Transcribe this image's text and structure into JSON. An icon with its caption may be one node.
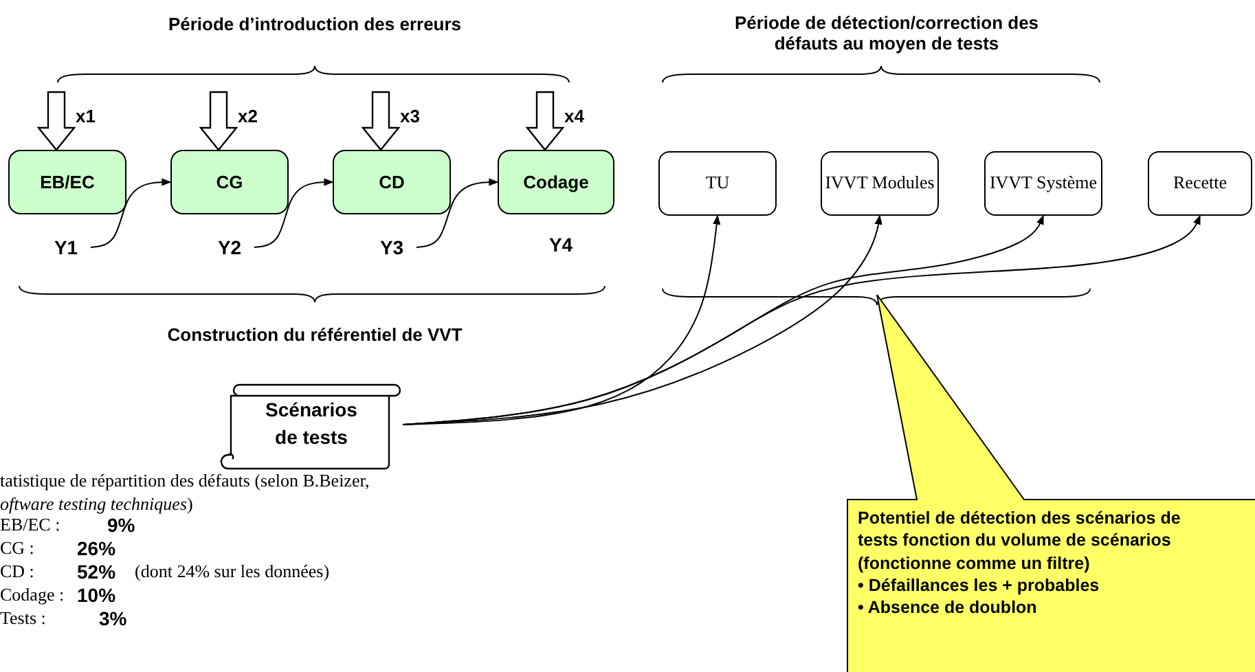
{
  "diagram": {
    "nodes": [
      {
        "text": [
          "EB/EC"
        ]
      },
      {
        "text": [
          "CG"
        ]
      },
      {
        "text": [
          "CD"
        ]
      },
      {
        "text": [
          "Codage"
        ]
      },
      {
        "text": [
          "Y1"
        ]
      },
      {
        "text": [
          "Y2"
        ]
      },
      {
        "text": [
          "Y3"
        ]
      },
      {
        "text": [
          "TU"
        ]
      },
      {
        "text": [
          "IVVT Modules"
        ]
      },
      {
        "text": [
          "IVVT Système"
        ]
      },
      {
        "text": [
          "Recette"
        ]
      },
      {
        "text": [
          "Scénarios de tests"
        ]
      },
      {
        "text": [
          "Potentiel de détection des scénarios de tests fonction du volume de scénarios (fonctionne comme un filtre)",
          "• Défaillances les + probables",
          "• Absence de doublon"
        ]
      }
    ],
    "edges": [
      {
        "from": null,
        "to": 0,
        "arrow": "to",
        "label": "x1",
        "style": "thick"
      },
      {
        "from": null,
        "to": 1,
        "arrow": "to",
        "label": "x2",
        "style": "thick"
      },
      {
        "from": null,
        "to": 2,
        "arrow": "to",
        "label": "x3",
        "style": "thick"
      },
      {
        "from": null,
        "to": 3,
        "arrow": "to",
        "label": "x4",
        "style": "thick"
      },
      {
        "from": 4,
        "to": 1,
        "arrow": "to"
      },
      {
        "from": 5,
        "to": 2,
        "arrow": "to"
      },
      {
        "from": 6,
        "to": 3,
        "arrow": "to"
      },
      {
        "from": 11,
        "to": 7,
        "arrow": "to"
      },
      {
        "from": 11,
        "to": 8,
        "arrow": "to"
      },
      {
        "from": 11,
        "to": 9,
        "arrow": "to"
      },
      {
        "from": 11,
        "to": 10,
        "arrow": "to"
      }
    ],
    "labels": [
      "Période d’introduction des erreurs",
      "Période de détection/correction des défauts au moyen de tests",
      "Y4",
      "Construction du référentiel de VVT",
      "tatistique de répartition des défauts (selon B.Beizer, *oftware testing techniques*)",
      "EB/EC :",
      "9%",
      "CG :",
      "26%",
      "CD :",
      "52%",
      "(dont 24% sur les données)",
      "Codage :",
      "10%",
      "Tests :",
      "3%"
    ]
  }
}
